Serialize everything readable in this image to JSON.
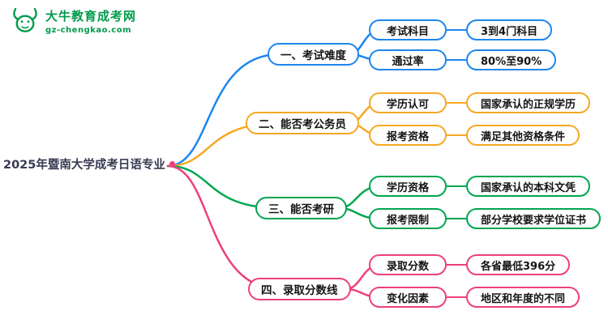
{
  "logo": {
    "brand": "大牛教育成考网",
    "domain": "gz-chengkao.com",
    "color": "#009b4c"
  },
  "root": {
    "label": "2025年暨南大学成考日语专业",
    "text_color": "#3a3a52",
    "dot_color": "#ee3f80"
  },
  "branches": [
    {
      "label": "一、考试难度",
      "color": "#1d86ee",
      "children": [
        {
          "label": "考试科目",
          "value": "3到4门科目"
        },
        {
          "label": "通过率",
          "value": "80%至90%"
        }
      ]
    },
    {
      "label": "二、能否考公务员",
      "color": "#f7a823",
      "children": [
        {
          "label": "学历认可",
          "value": "国家承认的正规学历"
        },
        {
          "label": "报考资格",
          "value": "满足其他资格条件"
        }
      ]
    },
    {
      "label": "三、能否考研",
      "color": "#00a650",
      "children": [
        {
          "label": "学历资格",
          "value": "国家承认的本科文凭"
        },
        {
          "label": "报考限制",
          "value": "部分学校要求学位证书"
        }
      ]
    },
    {
      "label": "四、录取分数线",
      "color": "#ee3f80",
      "children": [
        {
          "label": "录取分数",
          "value": "各省最低396分"
        },
        {
          "label": "变化因素",
          "value": "地区和年度的不同"
        }
      ]
    }
  ]
}
